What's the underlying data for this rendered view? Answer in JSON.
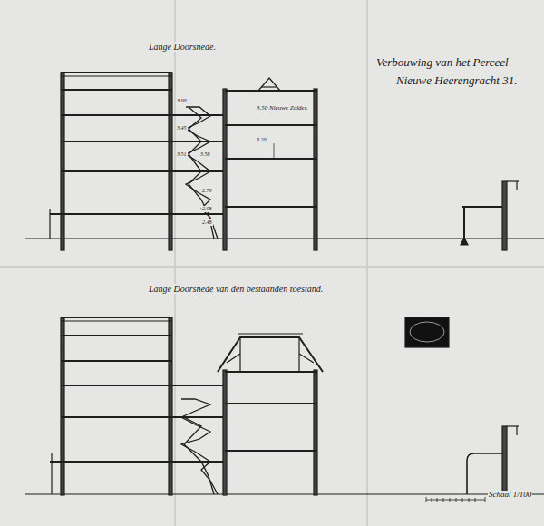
{
  "diagram": {
    "title": "Verbouwing van het Perceel",
    "labels": [
      "Lange Doorsnede.",
      "Nieuwe Heerengracht 31.",
      "3.50 Nieuwe Zolder.",
      "3.00",
      "3.45",
      "3.51",
      "3.58",
      "3.20",
      "2.79",
      "2.98",
      "2.48",
      "Lange Doorsnede van den bestaanden toestand.",
      "Schaal 1/100"
    ]
  }
}
